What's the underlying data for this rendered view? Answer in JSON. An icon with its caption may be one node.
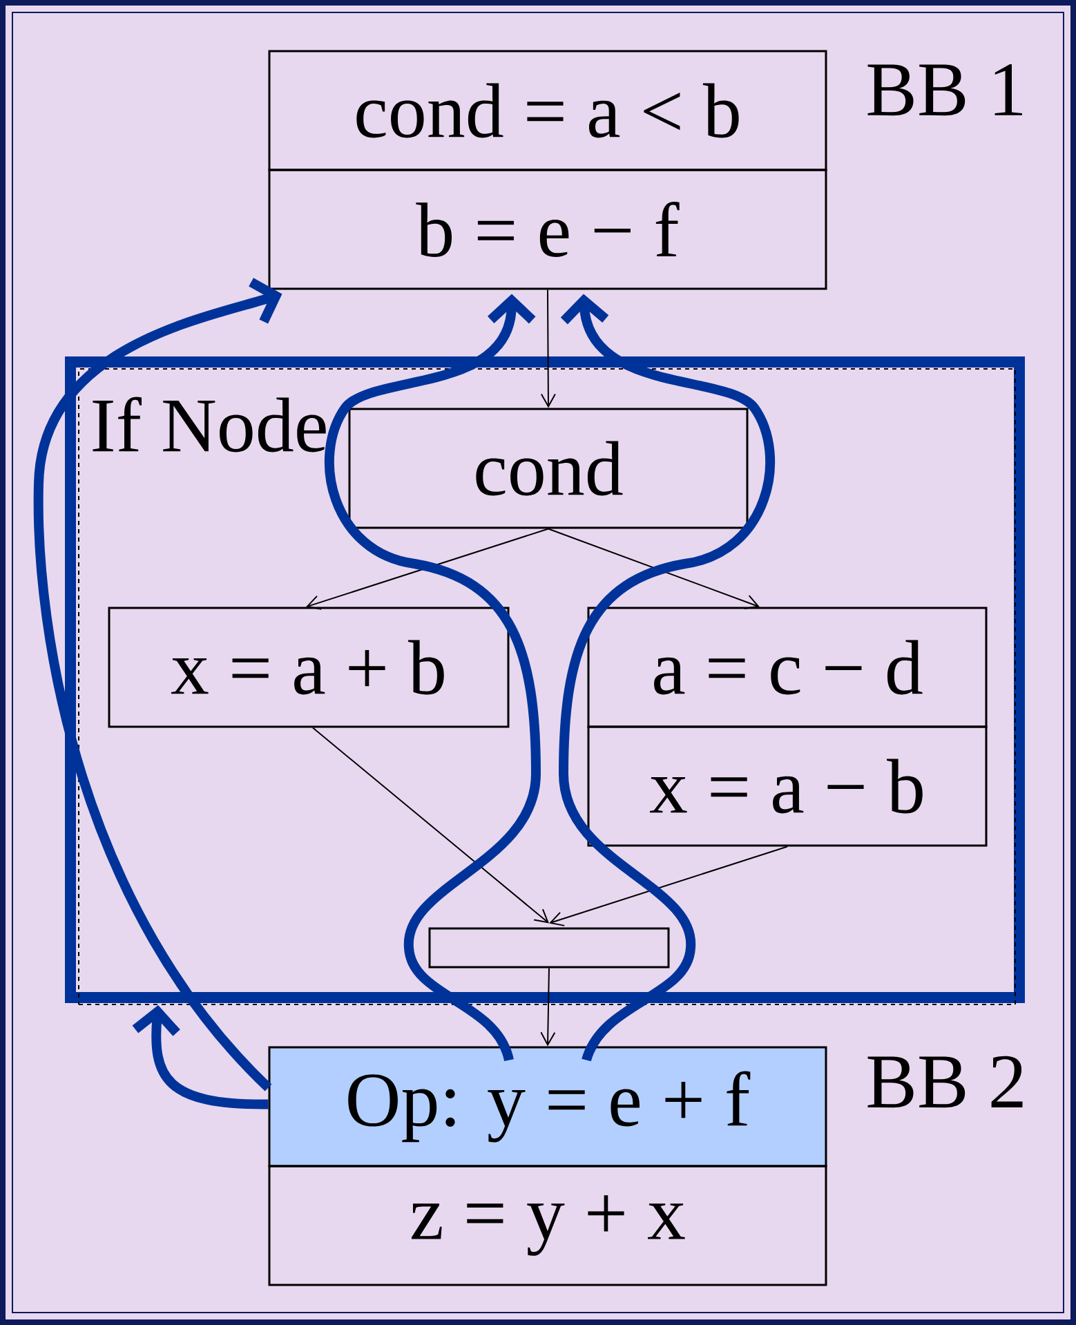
{
  "diagram": {
    "nodes": [
      {
        "text": [
          "cond = a < b"
        ],
        "beside": [
          "BB 1"
        ]
      },
      {
        "text": [
          "b = e − f"
        ]
      },
      {
        "text": [
          "If Node"
        ]
      },
      {
        "text": [
          "cond"
        ],
        "in": 2
      },
      {
        "text": [
          "x = a + b"
        ],
        "in": 2
      },
      {
        "text": [
          "a = c − d"
        ],
        "in": 2
      },
      {
        "text": [
          "x = a − b"
        ],
        "in": 2
      },
      {
        "text": [],
        "shape": "bar",
        "in": 2
      },
      {
        "text": [
          "Op: y = e + f"
        ],
        "beside": [
          "BB 2"
        ]
      },
      {
        "text": [
          "z = y + x"
        ]
      }
    ],
    "edges": [
      {
        "from": 1,
        "to": 3,
        "arrow": "to"
      },
      {
        "from": 3,
        "to": 4,
        "arrow": "to"
      },
      {
        "from": 3,
        "to": 5,
        "arrow": "to"
      },
      {
        "from": 4,
        "to": 7,
        "arrow": "to"
      },
      {
        "from": 6,
        "to": 7,
        "arrow": "to"
      },
      {
        "from": 7,
        "to": 8,
        "arrow": "to"
      },
      {
        "from": 8,
        "to": 1,
        "arrow": "to",
        "style": "thick",
        "color": "#003399"
      },
      {
        "from": 8,
        "to": 2,
        "arrow": "to",
        "style": "thick",
        "color": "#003399"
      },
      {
        "from": 8,
        "to": 1,
        "arrow": "to",
        "style": "thick",
        "color": "#003399"
      },
      {
        "from": 8,
        "to": 1,
        "arrow": "to",
        "style": "thick",
        "color": "#003399"
      }
    ]
  }
}
